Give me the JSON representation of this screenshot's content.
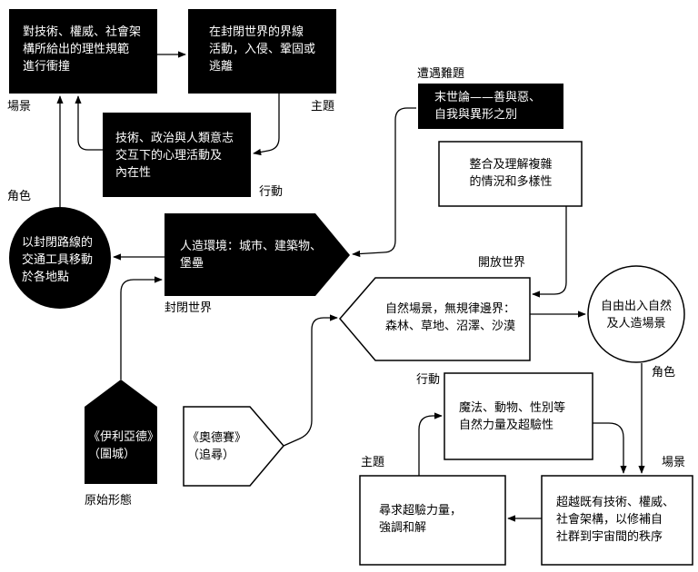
{
  "diagram": {
    "nodes": {
      "rational_norms": "對技術、權威、社會架\n構所給出的理性規範\n進行衝撞",
      "closed_world_activity": "在封閉世界的界線\n活動，入侵、鞏固或\n逃離",
      "psych_activity": "技術、政治與人類意志\n交互下的心理活動及\n內在性",
      "transport": "以封閉路線的\n交通工具移動\n於各地點",
      "artificial_env": "人造環境：城市、建築物、\n堡壘",
      "apocalypse": "末世論——善與惡、\n自我與異形之別",
      "integrate": "整合及理解複雜\n的情況和多樣性",
      "natural_scene": "自然場景，無規律邊界：\n森林、草地、沼澤、沙漠",
      "free_access": "自由出入自然\n及人造場景",
      "iliad": "《伊利亞德》\n（圍城）",
      "odyssey": "《奧德賽》\n（追尋）",
      "magic": "魔法、動物、性別等\n自然力量及超驗性",
      "transcend": "超越既有技術、權威、\n社會架構，以修補自\n社群到宇宙間的秩序",
      "seek_power": "尋求超驗力量，\n強調和解"
    },
    "labels": {
      "scene_left": "場景",
      "theme_top": "主題",
      "action_top": "行動",
      "role_left": "角色",
      "encounter": "遭遇難題",
      "closed_world": "封閉世界",
      "open_world": "開放世界",
      "prototype": "原始形態",
      "role_right": "角色",
      "action_bottom": "行動",
      "scene_right": "場景",
      "theme_bottom": "主題"
    }
  }
}
